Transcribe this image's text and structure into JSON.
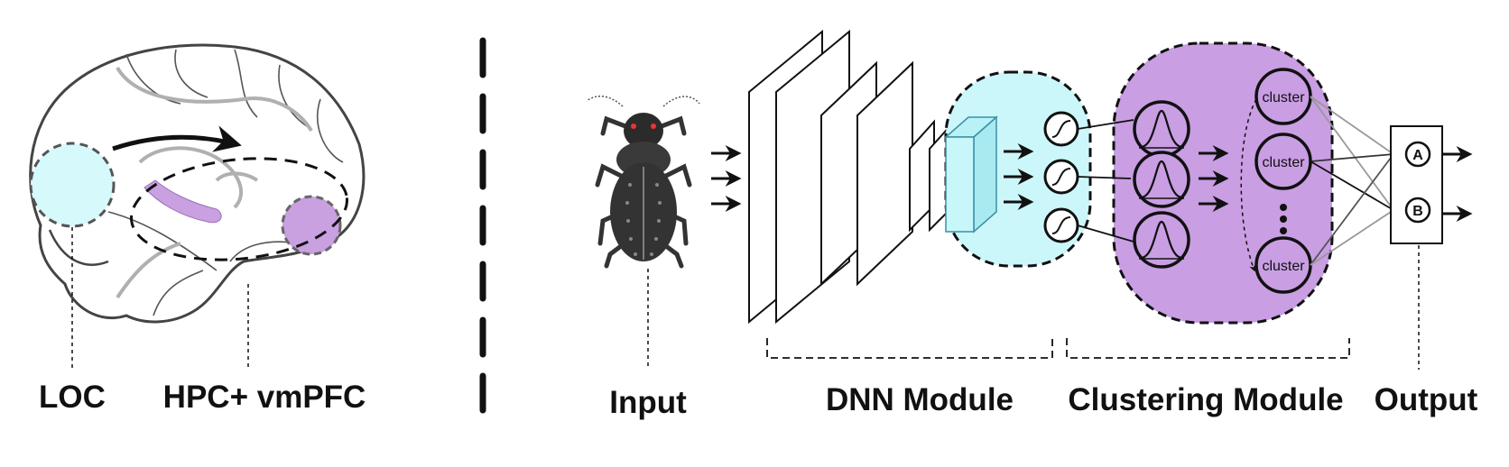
{
  "labels": {
    "loc": "LOC",
    "hpc_vmpfc": "HPC+ vmPFC",
    "input": "Input",
    "dnn_module": "DNN Module",
    "clustering_module": "Clustering Module",
    "output": "Output"
  },
  "cluster_label": "cluster",
  "output_nodes": [
    "A",
    "B"
  ],
  "colors": {
    "loc_region": "#d6fafc",
    "hpc_region": "#c9a0e0",
    "dnn_feature_region": "#ccf7fa",
    "cluster_region": "#c99ee3",
    "brain_outline": "#444444"
  },
  "icons": {
    "input_image": "beetle-icon",
    "activation": "sigmoid-icon",
    "receptive_field": "gaussian-peak-icon"
  }
}
